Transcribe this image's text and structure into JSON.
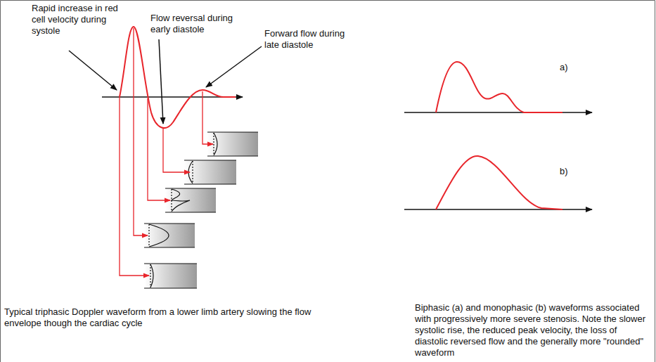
{
  "diagram": {
    "labels": [
      "Rapid increase in red cell velocity during systole",
      "Flow reversal during early diastole",
      "Forward flow during late diastole",
      "a)",
      "b)",
      "Typical triphasic Doppler waveform from a lower limb artery slowing the flow envelope though the cardiac cycle",
      "Biphasic (a) and monophasic (b) waveforms associated with progressively more severe stenosis. Note the slower systolic rise, the reduced peak velocity, the loss of diastolic reversed flow and the generally more \"rounded\" waveform"
    ]
  }
}
